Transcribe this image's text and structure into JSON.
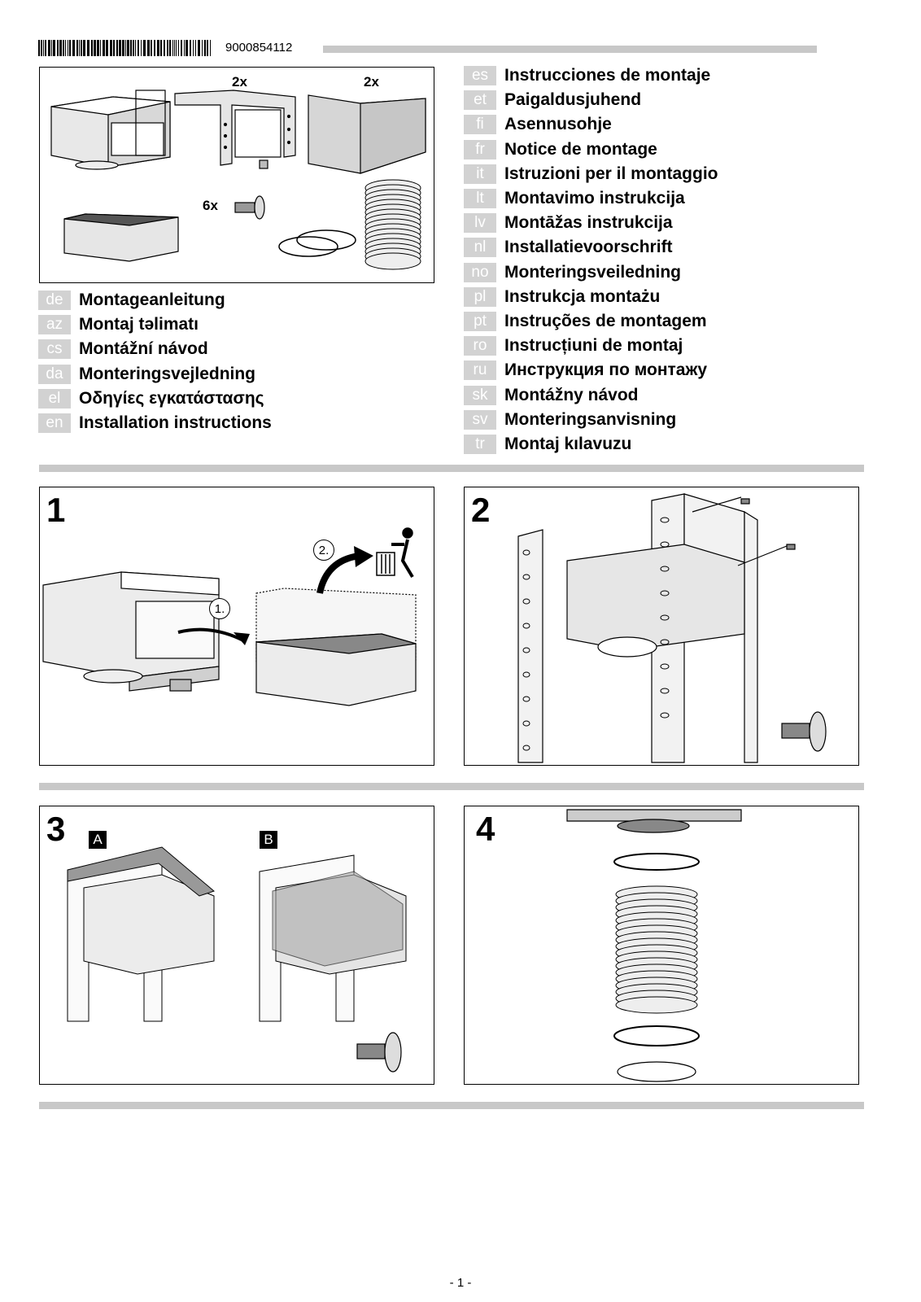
{
  "header": {
    "doc_number": "9000854112"
  },
  "contents": {
    "count_a": "2x",
    "count_b": "2x",
    "count_screws": "6x"
  },
  "languages_left": [
    {
      "code": "de",
      "title": "Montageanleitung"
    },
    {
      "code": "az",
      "title": "Montaj təlimatı"
    },
    {
      "code": "cs",
      "title": "Montážní návod"
    },
    {
      "code": "da",
      "title": "Monteringsvejledning"
    },
    {
      "code": "el",
      "title": "Οδηγίες εγκατάστασης"
    },
    {
      "code": "en",
      "title": "Installation instructions"
    }
  ],
  "languages_right": [
    {
      "code": "es",
      "title": "Instrucciones de montaje"
    },
    {
      "code": "et",
      "title": "Paigaldusjuhend"
    },
    {
      "code": "fi",
      "title": "Asennusohje"
    },
    {
      "code": "fr",
      "title": "Notice de montage"
    },
    {
      "code": "it",
      "title": "Istruzioni per il montaggio"
    },
    {
      "code": "lt",
      "title": "Montavimo instrukcija"
    },
    {
      "code": "lv",
      "title": "Montāžas instrukcija"
    },
    {
      "code": "nl",
      "title": "Installatievoorschrift"
    },
    {
      "code": "no",
      "title": "Monteringsveiledning"
    },
    {
      "code": "pl",
      "title": "Instrukcja montażu"
    },
    {
      "code": "pt",
      "title": "Instruções de montagem"
    },
    {
      "code": "ro",
      "title": "Instrucțiuni de montaj"
    },
    {
      "code": "ru",
      "title": "Инструкция по монтажу"
    },
    {
      "code": "sk",
      "title": "Montážny návod"
    },
    {
      "code": "sv",
      "title": "Monteringsanvisning"
    },
    {
      "code": "tr",
      "title": "Montaj kılavuzu"
    }
  ],
  "steps": {
    "s1": {
      "number": "1",
      "sub1": "1.",
      "sub2": "2."
    },
    "s2": {
      "number": "2"
    },
    "s3": {
      "number": "3",
      "label_a": "A",
      "label_b": "B"
    },
    "s4": {
      "number": "4"
    }
  },
  "footer": {
    "page": "- 1 -"
  },
  "icons": [
    "barcode-icon",
    "screw-icon",
    "trash-bin-icon",
    "arrow-icon",
    "hose-clamp-icon",
    "flexible-duct-icon"
  ]
}
